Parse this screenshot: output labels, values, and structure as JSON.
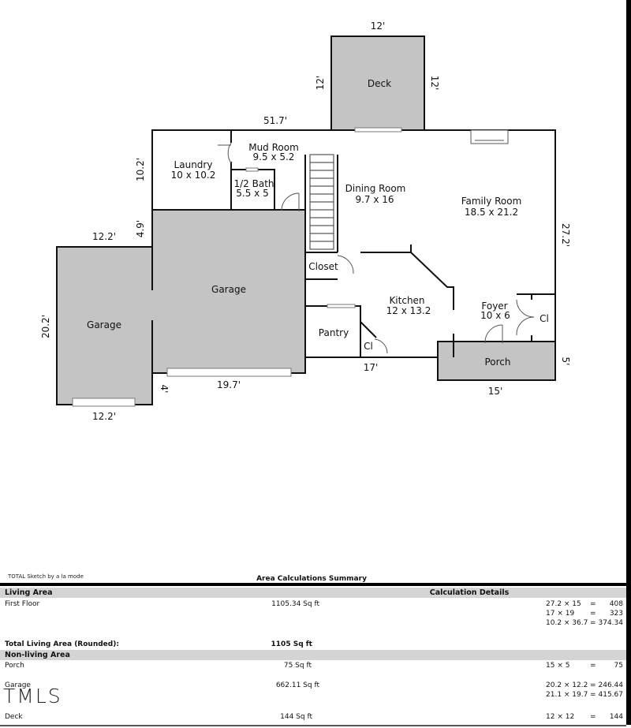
{
  "plan": {
    "rooms": {
      "deck": "Deck",
      "laundry": {
        "name": "Laundry",
        "size": "10 x 10.2"
      },
      "mud_room": {
        "name": "Mud Room",
        "size": "9.5 x 5.2"
      },
      "half_bath": {
        "name": "1/2 Bath",
        "size": "5.5 x 5"
      },
      "dining_room": {
        "name": "Dining Room",
        "size": "9.7 x 16"
      },
      "family_room": {
        "name": "Family Room",
        "size": "18.5 x 21.2"
      },
      "garage_main": "Garage",
      "garage_side": "Garage",
      "closet": "Closet",
      "kitchen": {
        "name": "Kitchen",
        "size": "12 x 13.2"
      },
      "pantry": "Pantry",
      "pantry_closet": "Cl",
      "foyer": {
        "name": "Foyer",
        "size": "10 x 6"
      },
      "foyer_closet": "Cl",
      "porch": "Porch"
    },
    "dimensions": {
      "deck_top": "12'",
      "deck_left": "12'",
      "deck_right": "12'",
      "house_top": "51.7'",
      "left_upper": "10.2'",
      "left_step": "4.9'",
      "right_side": "27.2'",
      "side_garage_top": "12.2'",
      "side_garage_left": "20.2'",
      "side_garage_bottom": "12.2'",
      "garage_offset": "4'",
      "garage_bottom": "19.7'",
      "kitchen_bottom": "17'",
      "porch_bottom": "15'",
      "porch_right": "5'"
    }
  },
  "footer": {
    "credit": "TOTAL Sketch by a la mode",
    "summary_title": "Area Calculations Summary"
  },
  "table": {
    "living_header": "Living Area",
    "calc_header": "Calculation Details",
    "first_floor": {
      "name": "First Floor",
      "area": "1105.34 Sq ft",
      "calcs": [
        {
          "expr": "27.2 × 15",
          "eq": "=",
          "res": "408"
        },
        {
          "expr": "17 × 19",
          "eq": "=",
          "res": "323"
        },
        {
          "expr": "10.2 × 36.7",
          "eq": "=",
          "res": "374.34"
        }
      ]
    },
    "total_label": "Total Living Area (Rounded):",
    "total_value": "1105 Sq ft",
    "nonliving_header": "Non-living Area",
    "porch": {
      "name": "Porch",
      "area": "75 Sq ft",
      "calcs": [
        {
          "expr": "15 × 5",
          "eq": "=",
          "res": "75"
        }
      ]
    },
    "garage": {
      "name": "Garage",
      "area": "662.11 Sq ft",
      "calcs": [
        {
          "expr": "20.2 × 12.2",
          "eq": "=",
          "res": "246.44"
        },
        {
          "expr": "21.1 × 19.7",
          "eq": "=",
          "res": "415.67"
        }
      ]
    },
    "deck": {
      "name": "Deck",
      "area": "144 Sq ft",
      "calcs": [
        {
          "expr": "12 × 12",
          "eq": "=",
          "res": "144"
        }
      ]
    }
  },
  "watermark": "TMLS",
  "colors": {
    "fill_gray": "#c4c4c4",
    "band_gray": "#d4d4d4",
    "wall": "#111111"
  }
}
